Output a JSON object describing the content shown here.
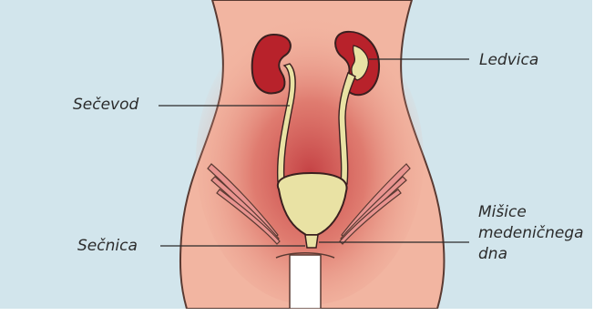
{
  "labels": {
    "ledvica": "Ledvica",
    "secevod": "Sečevod",
    "secnica": "Sečnica",
    "misice": [
      "Mišice",
      "medeničnega",
      "dna"
    ]
  },
  "colors": {
    "background": "#d2e5ec",
    "skin": "#f2b5a1",
    "inner_glow": "#c94a4a",
    "kidney": "#b8222b",
    "organ_fill": "#e9e2a4",
    "outline": "#3a1f1f",
    "leader_line": "#2b2b2b"
  }
}
